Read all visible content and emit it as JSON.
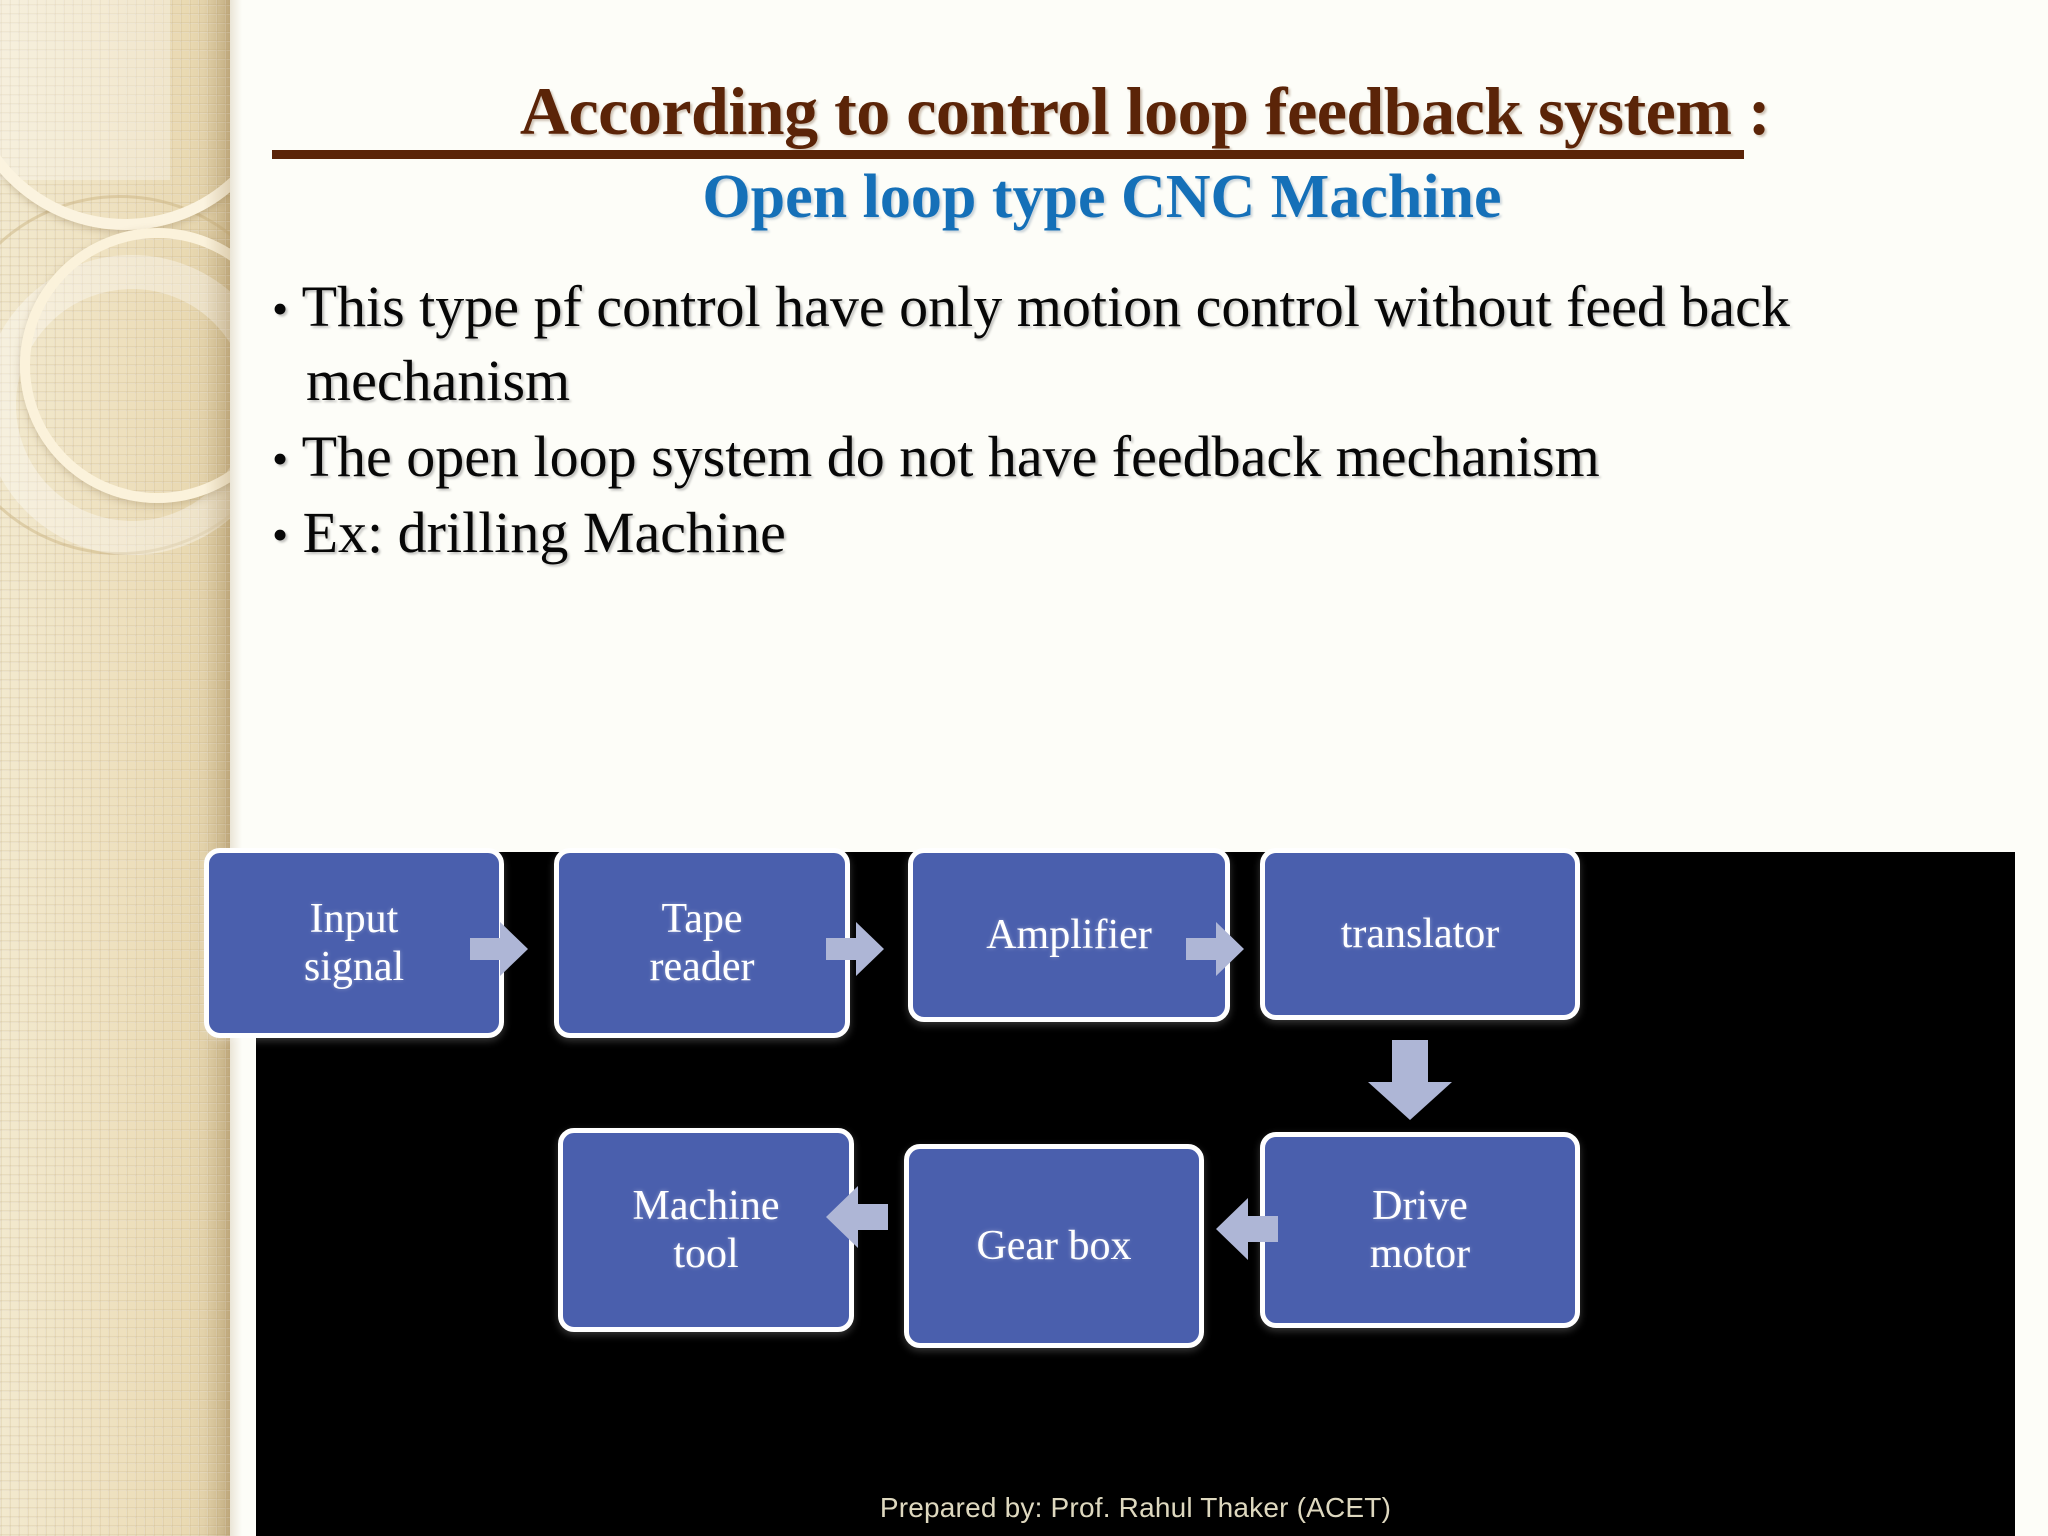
{
  "slide": {
    "title": "According to control loop feedback system :",
    "subtitle": "Open loop type CNC Machine",
    "bullets": [
      "This type pf control have only motion control without feed back mechanism",
      "The open loop system do not have feedback mechanism",
      "Ex: drilling Machine"
    ],
    "bullet_glyph": "•",
    "credit": "Prepared by: Prof. Rahul Thaker (ACET)"
  },
  "colors": {
    "title": "#5B2408",
    "subtitle": "#1570B8",
    "body_text": "#070707",
    "node_fill": "#4A5FAD",
    "node_border": "#FFFFFF",
    "arrow": "#AEB6D6",
    "diagram_background": "#000000",
    "sidebar_beige": "#EFE2C1",
    "credit_text": "#DED8BF"
  },
  "diagram": {
    "type": "flow-diagram",
    "title": "Open loop CNC machine control flow",
    "nodes": [
      {
        "id": "input",
        "label": "Input\nsignal",
        "line1": "Input",
        "line2": "signal"
      },
      {
        "id": "tape",
        "label": "Tape\nreader",
        "line1": "Tape",
        "line2": "reader"
      },
      {
        "id": "amplifier",
        "label": "Amplifier",
        "line1": "Amplifier",
        "line2": ""
      },
      {
        "id": "translator",
        "label": "translator",
        "line1": "translator",
        "line2": ""
      },
      {
        "id": "drive",
        "label": "Drive\nmotor",
        "line1": "Drive",
        "line2": "motor"
      },
      {
        "id": "gearbox",
        "label": "Gear box",
        "line1": "Gear box",
        "line2": ""
      },
      {
        "id": "machine",
        "label": "Machine\ntool",
        "line1": "Machine",
        "line2": "tool"
      }
    ],
    "arrows": [
      {
        "id": "a1",
        "from": "input",
        "to": "tape",
        "direction": "right"
      },
      {
        "id": "a2",
        "from": "tape",
        "to": "amplifier",
        "direction": "right"
      },
      {
        "id": "a3",
        "from": "amplifier",
        "to": "translator",
        "direction": "right"
      },
      {
        "id": "a4",
        "from": "translator",
        "to": "drive",
        "direction": "down"
      },
      {
        "id": "a5",
        "from": "drive",
        "to": "gearbox",
        "direction": "left"
      },
      {
        "id": "a6",
        "from": "gearbox",
        "to": "machine",
        "direction": "left"
      }
    ]
  }
}
